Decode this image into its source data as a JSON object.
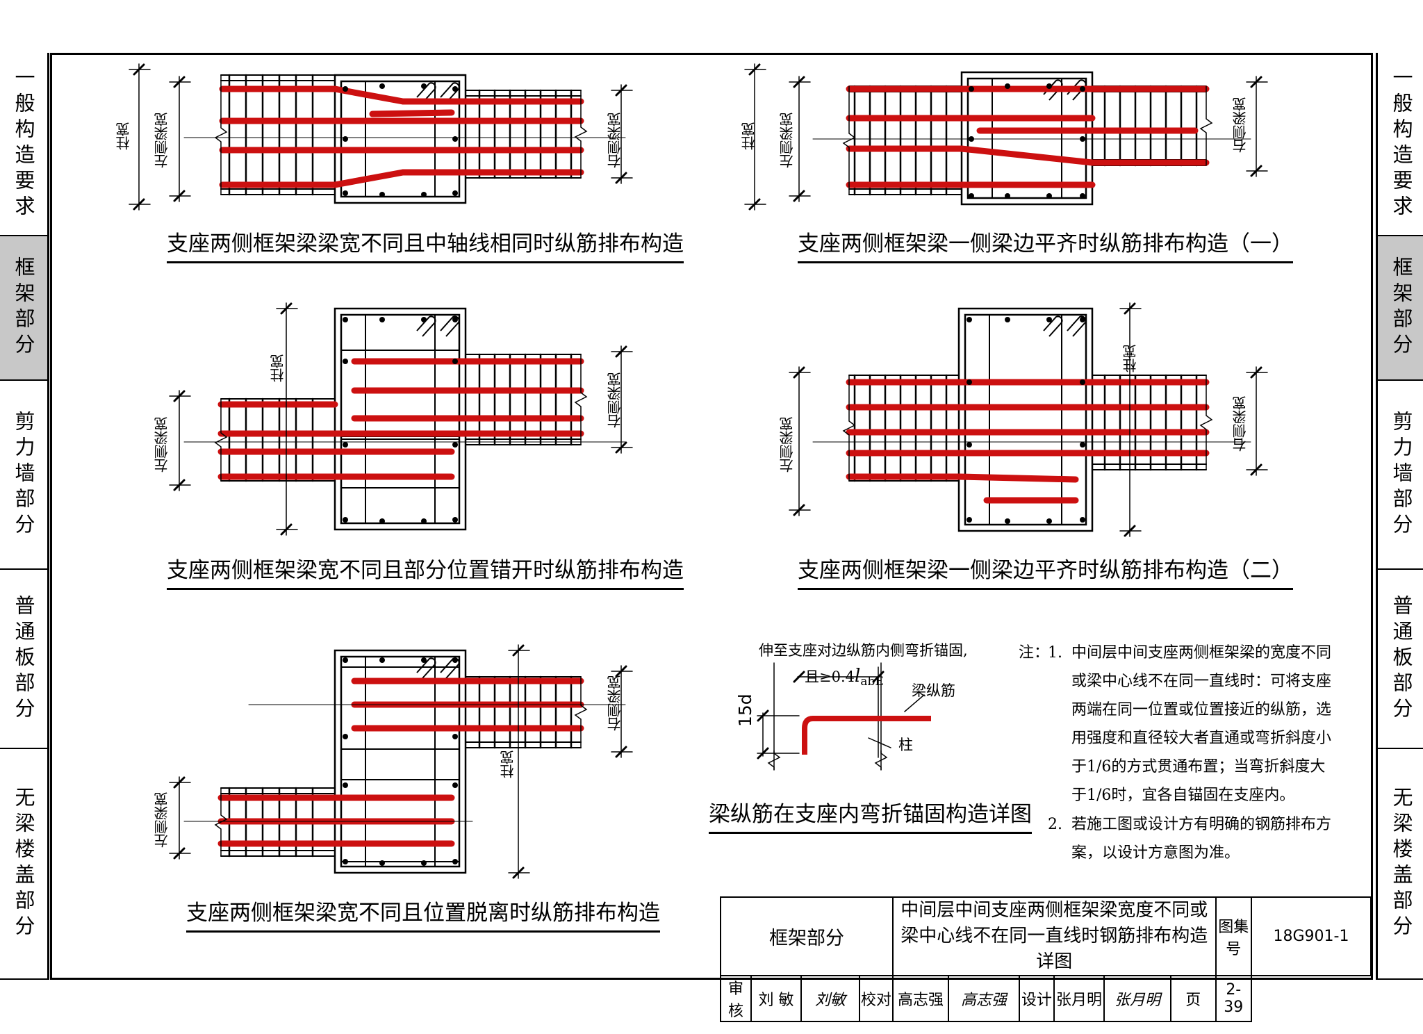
{
  "side_tabs": [
    "一般构造要求",
    "框架部分",
    "剪力墙部分",
    "普通板部分",
    "无梁楼盖部分"
  ],
  "active_tab": "框架部分",
  "captions": {
    "d1": "支座两侧框架梁梁宽不同且中轴线相同时纵筋排布构造",
    "d2": "支座两侧框架梁一侧梁边平齐时纵筋排布构造（一）",
    "d3": "支座两侧框架梁宽不同且部分位置错开时纵筋排布构造",
    "d4": "支座两侧框架梁一侧梁边平齐时纵筋排布构造（二）",
    "d5": "支座两侧框架梁宽不同且位置脱离时纵筋排布构造",
    "detail": "梁纵筋在支座内弯折锚固构造详图"
  },
  "dim_labels": {
    "col_width": "柱宽",
    "left_beam": "左侧梁宽",
    "right_beam": "右侧梁宽"
  },
  "detail": {
    "top_note": "伸至支座对边纵筋内侧弯折锚固,",
    "len_note": "且≥0.4",
    "len_l": "l",
    "len_sub": "abE",
    "bar_label": "梁纵筋",
    "hook_label": "15d",
    "column_label": "柱"
  },
  "notes": {
    "head": "注：",
    "n1_num": "1.",
    "n1_lines": [
      "中间层中间支座两侧框架梁的宽度不同",
      "或梁中心线不在同一直线时：可将支座",
      "两端在同一位置或位置接近的纵筋，选",
      "用强度和直径较大者直通或弯折斜度小",
      "于1/6的方式贯通布置；当弯折斜度大",
      "于1/6时，宜各自锚固在支座内。"
    ],
    "n2_num": "2.",
    "n2_lines": [
      "若施工图或设计方有明确的钢筋排布方",
      "案，以设计方意图为准。"
    ]
  },
  "title_block": {
    "category": "框架部分",
    "title_line1": "中间层中间支座两侧框架梁宽度不同或",
    "title_line2": "梁中心线不在同一直线时钢筋排布构造详图",
    "atlas_label": "图集号",
    "atlas_no": "18G901-1",
    "review_label": "审核",
    "reviewer": "刘 敏",
    "reviewer_sign": "刘敏",
    "check_label": "校对",
    "checker": "高志强",
    "checker_sign": "高志强",
    "design_label": "设计",
    "designer": "张月明",
    "designer_sign": "张月明",
    "page_label": "页",
    "page_no": "2-39"
  },
  "colors": {
    "rebar": "#cc1010",
    "line": "#000000",
    "active_tab": "#c8c8c8"
  }
}
